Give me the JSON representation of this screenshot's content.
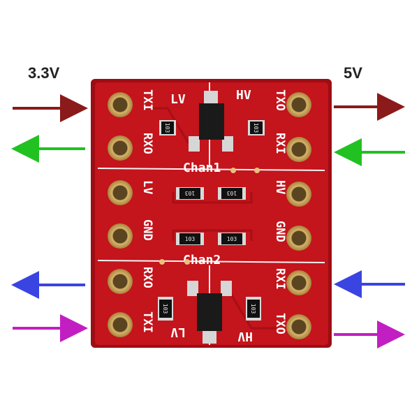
{
  "labels": {
    "left_voltage": "3.3V",
    "right_voltage": "5V"
  },
  "silkscreen": {
    "txi": "TXI",
    "rxo": "RXO",
    "txo": "TXO",
    "rxi": "RXI",
    "lv": "LV",
    "hv": "HV",
    "gnd": "GND",
    "chan1": "Chan1",
    "chan2": "Chan2",
    "resistor": "103"
  },
  "colors": {
    "board": "#c4141c",
    "board_edge": "#9e0d14",
    "pad_gold": "#c9a55c",
    "arrow_dark_red": "#8b1a1a",
    "arrow_green": "#22c122",
    "arrow_blue": "#3a44e0",
    "arrow_magenta": "#c21fc2"
  }
}
